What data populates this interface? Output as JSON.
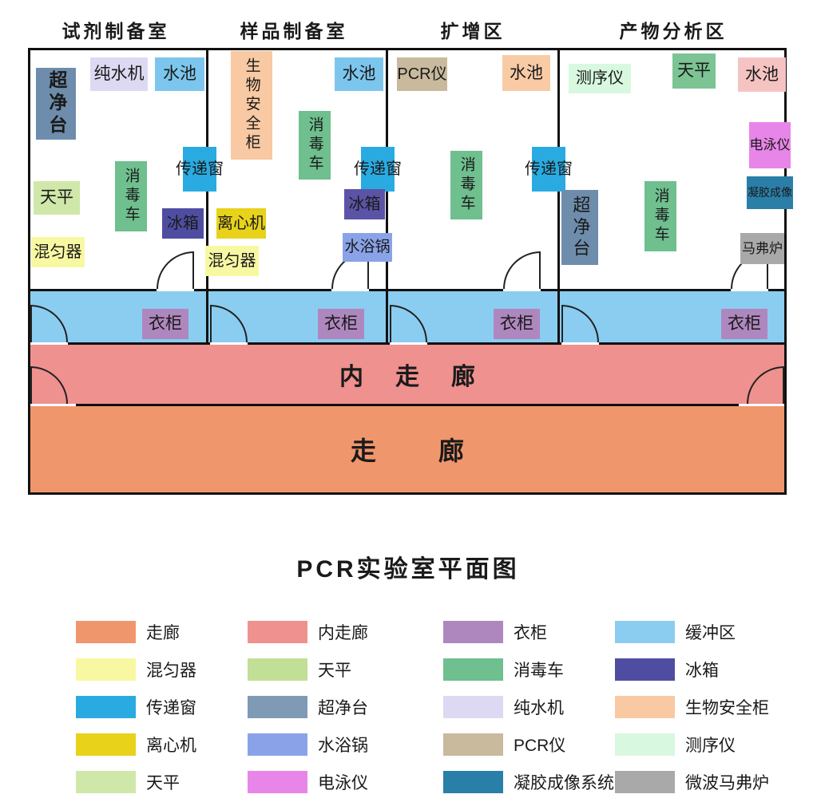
{
  "page_title": "PCR实验室平面图",
  "rooms": [
    {
      "label": "试剂制备室"
    },
    {
      "label": "样品制备室"
    },
    {
      "label": "扩增区"
    },
    {
      "label": "产物分析区"
    }
  ],
  "zones": {
    "buffer": {
      "color": "#8bcdf0"
    },
    "inner_corridor": {
      "label": "内走廊",
      "color": "#ef918f"
    },
    "corridor": {
      "label": "走廊",
      "color": "#f0966c"
    },
    "wardrobe": {
      "label": "衣柜",
      "color": "#ae87be"
    }
  },
  "plan": {
    "r1_clean_bench": {
      "label": "超净台",
      "color": "#6e8dac"
    },
    "r1_water_purifier": {
      "label": "纯水机",
      "color": "#ded9f2"
    },
    "r1_sink": {
      "label": "水池",
      "color": "#7cc6ee"
    },
    "r1_pass_window": {
      "label": "传递窗",
      "color": "#29abe2"
    },
    "r1_disinfect_cart": {
      "label": "消毒车",
      "color": "#6fbf8f"
    },
    "r1_balance": {
      "label": "天平",
      "color": "#cfe8a9"
    },
    "r1_fridge": {
      "label": "冰箱",
      "color": "#4f4da2"
    },
    "r1_mixer": {
      "label": "混匀器",
      "color": "#f8f8a2"
    },
    "r2_biosafety_cabinet": {
      "label": "生物安全柜",
      "color": "#f8c9a2"
    },
    "r2_sink": {
      "label": "水池",
      "color": "#7cc6ee"
    },
    "r2_disinfect_cart": {
      "label": "消毒车",
      "color": "#6fbf8f"
    },
    "r2_pass_window": {
      "label": "传递窗",
      "color": "#29abe2"
    },
    "r2_fridge": {
      "label": "冰箱",
      "color": "#5b54a6"
    },
    "r2_centrifuge": {
      "label": "离心机",
      "color": "#e8d21a"
    },
    "r2_mixer": {
      "label": "混匀器",
      "color": "#f8f8a2"
    },
    "r2_water_bath": {
      "label": "水浴锅",
      "color": "#8aa3e8"
    },
    "r3_pcr": {
      "label": "PCR仪",
      "color": "#c9b99d"
    },
    "r3_sink": {
      "label": "水池",
      "color": "#f8cba5"
    },
    "r3_disinfect_cart": {
      "label": "消毒车",
      "color": "#6fbf8f"
    },
    "r3_pass_window": {
      "label": "传递窗",
      "color": "#29abe2"
    },
    "r4_sequencer": {
      "label": "测序仪",
      "color": "#d8f8e0"
    },
    "r4_balance": {
      "label": "天平",
      "color": "#7cc494"
    },
    "r4_sink": {
      "label": "水池",
      "color": "#f6c3c3"
    },
    "r4_electrophoresis": {
      "label": "电泳仪",
      "color": "#e885e8"
    },
    "r4_gel_imaging": {
      "label": "凝胶成像",
      "color": "#2a7fa8"
    },
    "r4_clean_bench": {
      "label": "超净台",
      "color": "#6e8dac"
    },
    "r4_disinfect_cart": {
      "label": "消毒车",
      "color": "#6fbf8f"
    },
    "r4_muffle_furnace": {
      "label": "马弗炉",
      "color": "#a9a9a9"
    }
  },
  "legend": {
    "columns": [
      [
        {
          "label": "走廊",
          "color": "#f0966c"
        },
        {
          "label": "混匀器",
          "color": "#f8f8a2"
        },
        {
          "label": "传递窗",
          "color": "#29abe2"
        },
        {
          "label": "离心机",
          "color": "#e8d21a"
        },
        {
          "label": "天平",
          "color": "#cfe8a9"
        }
      ],
      [
        {
          "label": "内走廊",
          "color": "#ef918f"
        },
        {
          "label": "天平",
          "color": "#c1e096"
        },
        {
          "label": "超净台",
          "color": "#7e9ab5"
        },
        {
          "label": "水浴锅",
          "color": "#8aa3e8"
        },
        {
          "label": "电泳仪",
          "color": "#e885e8"
        }
      ],
      [
        {
          "label": "衣柜",
          "color": "#ae87be"
        },
        {
          "label": "消毒车",
          "color": "#6fbf8f"
        },
        {
          "label": "纯水机",
          "color": "#ded9f2"
        },
        {
          "label": "PCR仪",
          "color": "#c9b99d"
        },
        {
          "label": "凝胶成像系统",
          "color": "#2a7fa8"
        }
      ],
      [
        {
          "label": "缓冲区",
          "color": "#8bcdf0"
        },
        {
          "label": "冰箱",
          "color": "#4f4da2"
        },
        {
          "label": "生物安全柜",
          "color": "#f8c9a2"
        },
        {
          "label": "测序仪",
          "color": "#d8f8e0"
        },
        {
          "label": "微波马弗炉",
          "color": "#a9a9a9"
        }
      ]
    ]
  }
}
